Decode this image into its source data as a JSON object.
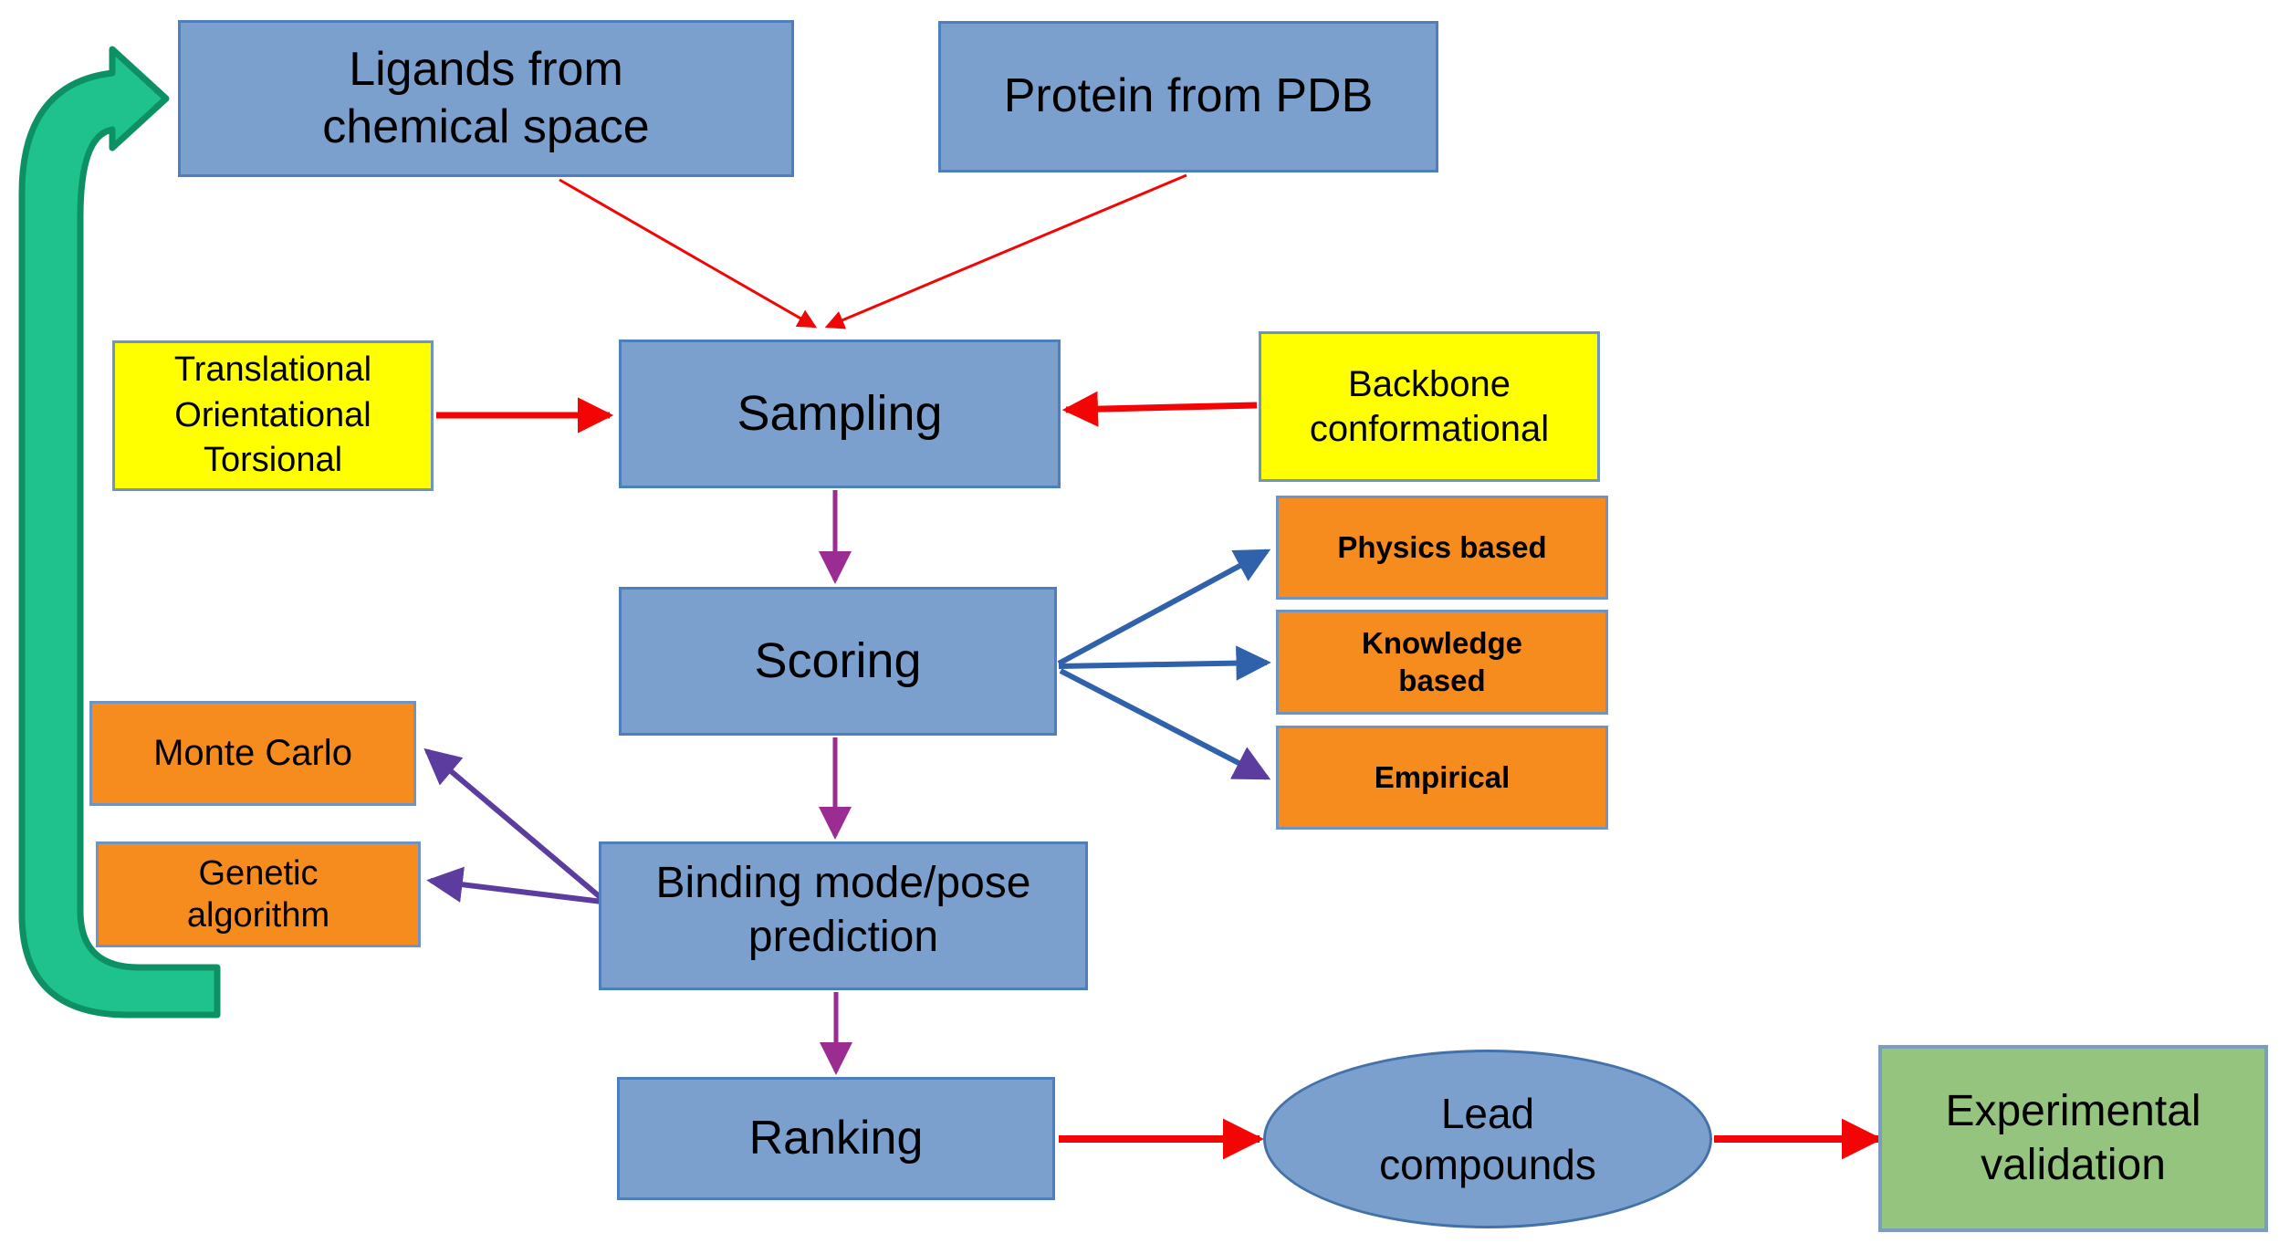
{
  "diagram": {
    "background": "#ffffff",
    "nodes": {
      "ligands": {
        "label": "Ligands from\nchemical space",
        "shape": "rectangle",
        "fill": "#7CA0CE"
      },
      "protein": {
        "label": "Protein from PDB",
        "shape": "rectangle",
        "fill": "#7CA0CE"
      },
      "translational": {
        "label": "Translational\nOrientational\nTorsional",
        "shape": "rectangle",
        "fill": "#FFFF00"
      },
      "sampling": {
        "label": "Sampling",
        "shape": "rectangle",
        "fill": "#7CA0CE"
      },
      "backbone": {
        "label": "Backbone\nconformational",
        "shape": "rectangle",
        "fill": "#FFFF00"
      },
      "physics": {
        "label": "Physics based",
        "shape": "rectangle",
        "fill": "#F68C1E"
      },
      "knowledge": {
        "label": "Knowledge\nbased",
        "shape": "rectangle",
        "fill": "#F68C1E"
      },
      "empirical": {
        "label": "Empirical",
        "shape": "rectangle",
        "fill": "#F68C1E"
      },
      "scoring": {
        "label": "Scoring",
        "shape": "rectangle",
        "fill": "#7CA0CE"
      },
      "montecarlo": {
        "label": "Monte Carlo",
        "shape": "rectangle",
        "fill": "#F68C1E"
      },
      "genetic": {
        "label": "Genetic\nalgorithm",
        "shape": "rectangle",
        "fill": "#F68C1E"
      },
      "binding": {
        "label": "Binding mode/pose\nprediction",
        "shape": "rectangle",
        "fill": "#7CA0CE"
      },
      "ranking": {
        "label": "Ranking",
        "shape": "rectangle",
        "fill": "#7CA0CE"
      },
      "lead": {
        "label": "Lead\ncompounds",
        "shape": "ellipse",
        "fill": "#7CA0CE"
      },
      "experimental": {
        "label": "Experimental\nvalidation",
        "shape": "rectangle",
        "fill": "#94C47E"
      }
    },
    "edges": [
      {
        "from": "ligands",
        "to": "sampling",
        "color": "#F40505"
      },
      {
        "from": "protein",
        "to": "sampling",
        "color": "#F40505"
      },
      {
        "from": "translational",
        "to": "sampling",
        "color": "#F40505"
      },
      {
        "from": "backbone",
        "to": "sampling",
        "color": "#F40505"
      },
      {
        "from": "sampling",
        "to": "scoring",
        "color": "#9A2C92"
      },
      {
        "from": "scoring",
        "to": "physics",
        "color": "#2F62AB"
      },
      {
        "from": "scoring",
        "to": "knowledge",
        "color": "#2F62AB"
      },
      {
        "from": "scoring",
        "to": "empirical",
        "color": "#2F62AB"
      },
      {
        "from": "scoring",
        "to": "binding",
        "color": "#9A2C92"
      },
      {
        "from": "binding",
        "to": "montecarlo",
        "color": "#5C3C9F"
      },
      {
        "from": "binding",
        "to": "genetic",
        "color": "#5C3C9F"
      },
      {
        "from": "binding",
        "to": "ranking",
        "color": "#9A2C92"
      },
      {
        "from": "ranking",
        "to": "lead",
        "color": "#F40505"
      },
      {
        "from": "lead",
        "to": "experimental",
        "color": "#F40505"
      },
      {
        "from": "workflow-bottom",
        "to": "ligands",
        "color": "#1FC28D"
      }
    ],
    "colors": {
      "node_blue": "#7CA0CE",
      "node_blue_border": "#4C7FBC",
      "node_yellow": "#FFFF00",
      "node_orange": "#F68C1E",
      "node_green": "#94C47E",
      "node_border_gray_blue": "#6F94C4",
      "arrow_red": "#F40505",
      "arrow_magenta": "#9A2C92",
      "arrow_violet": "#5C3C9F",
      "arrow_blue": "#2F62AB",
      "feedback_green_fill": "#1FC28D",
      "feedback_green_border": "#0E9065"
    }
  }
}
